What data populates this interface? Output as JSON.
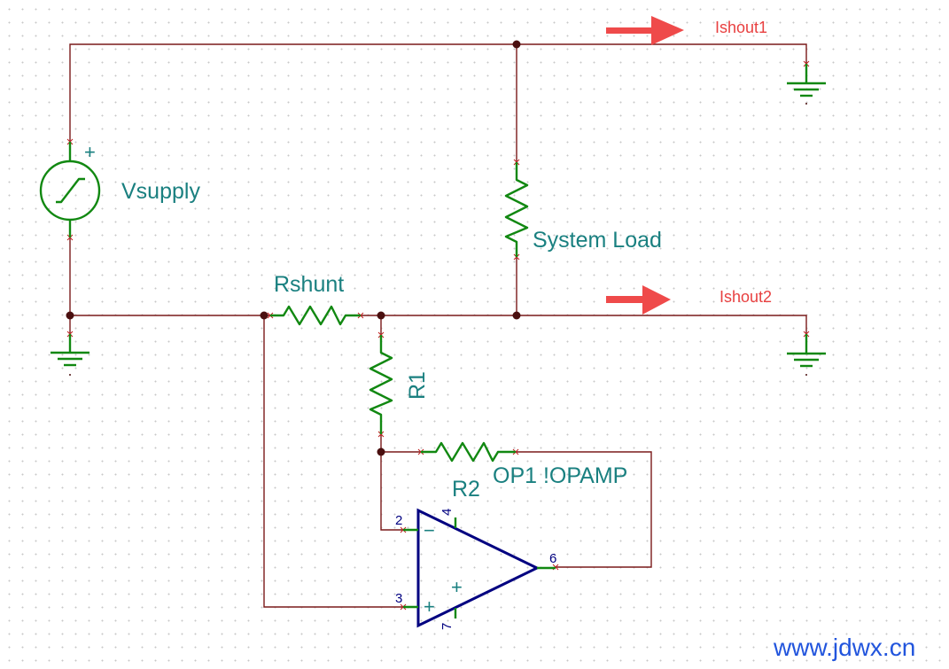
{
  "components": {
    "vsupply": {
      "label": "Vsupply",
      "plus": "+"
    },
    "system_load": {
      "label": "System Load"
    },
    "rshunt": {
      "label": "Rshunt"
    },
    "r1": {
      "label": "R1"
    },
    "r2": {
      "label": "R2"
    },
    "op1": {
      "label": "OP1 !OPAMP",
      "minus": "−",
      "plus_in": "+",
      "plus_sym": "+",
      "pins": {
        "inv": "2",
        "noninv": "3",
        "vplus": "4",
        "vminus": "7",
        "out": "6"
      }
    }
  },
  "annotations": {
    "ishout1": "Ishout1",
    "ishout2": "Ishout2"
  },
  "watermark": "www.jdwx.cn",
  "colors": {
    "wire": "#7a1a1a",
    "component": "#118811",
    "label": "#1a8080",
    "opamp": "#000080",
    "current_arrow": "#ef4a4a",
    "watermark": "#2255dd"
  }
}
